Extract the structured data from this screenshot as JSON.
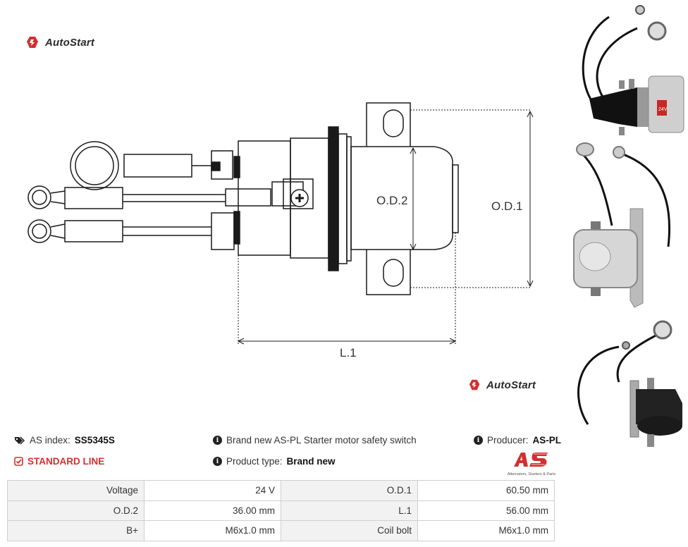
{
  "brand": {
    "name": "AutoStart",
    "secondary_name": "AutoStart"
  },
  "drawing": {
    "dim_od2": "O.D.2",
    "dim_od1": "O.D.1",
    "dim_l1": "L.1",
    "photo_label": "24V"
  },
  "info": {
    "as_index_label": "AS index:",
    "as_index_value": "SS5345S",
    "line_label": "STANDARD LINE",
    "description": "Brand new AS-PL Starter motor safety switch",
    "product_type_label": "Product type:",
    "product_type_value": "Brand new",
    "producer_label": "Producer:",
    "producer_value": "AS-PL",
    "producer_logo_tagline": "Alternators, Starters & Parts"
  },
  "specs": [
    [
      {
        "label": "Voltage",
        "value": "24 V"
      },
      {
        "label": "O.D.1",
        "value": "60.50 mm"
      }
    ],
    [
      {
        "label": "O.D.2",
        "value": "36.00 mm"
      },
      {
        "label": "L.1",
        "value": "56.00 mm"
      }
    ],
    [
      {
        "label": "B+",
        "value": "M6x1.0 mm"
      },
      {
        "label": "Coil bolt",
        "value": "M6x1.0 mm"
      }
    ]
  ],
  "colors": {
    "accent": "#d32f2f",
    "table_label_bg": "#f2f2f2",
    "table_border": "#cfcfcf"
  },
  "icons": [
    "autostart-logo-icon",
    "tag-icon",
    "checkbox-icon",
    "info-icon",
    "as-pl-logo"
  ]
}
